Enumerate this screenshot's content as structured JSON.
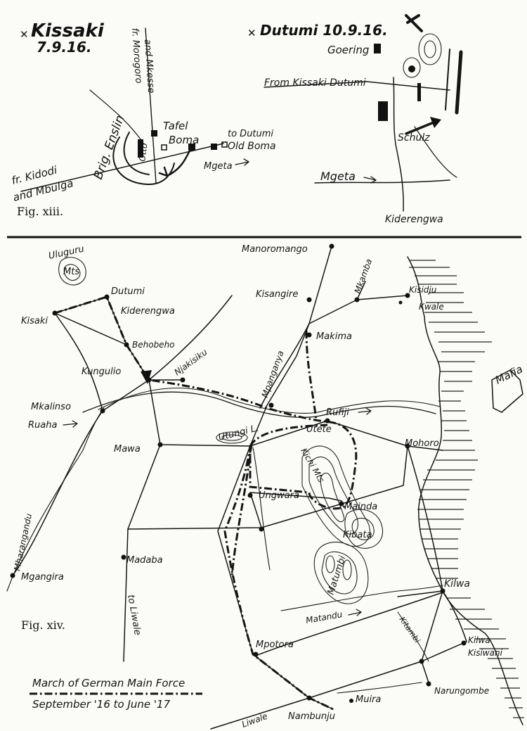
{
  "fig13": {
    "caption": "Fig. xiii.",
    "kissaki_title": "Kissaki",
    "kissaki_date": "7.9.16.",
    "dutumi_title": "Dutumi 10.9.16.",
    "labels": {
      "fr_morogoro": "fr. Morogoro",
      "and_mkesse": "and Mkesse",
      "brig_enslin": "Brig. Enslin",
      "otto": "Otto",
      "tafel": "Tafel",
      "boma": "Boma",
      "to_dutumi": "to Dutumi",
      "old_boma": "Old Boma",
      "mgeta_top": "Mgeta",
      "fr_kidodi": "fr. Kidodi",
      "and_mbulga": "and Mbulga",
      "goering": "Goering",
      "from_kissaki_dutumi": "From Kissaki Dutumi",
      "schulz": "Schulz",
      "mgeta_right": "Mgeta",
      "kiderengwa_top": "Kiderengwa"
    }
  },
  "fig14": {
    "caption": "Fig. xiv.",
    "legend_line1": "March of German Main Force",
    "legend_line2": "September '16 to June '17",
    "places": {
      "uluguru": "Uluguru",
      "mts_nw": "Mts",
      "manoromango": "Manoromango",
      "dutumi": "Dutumi",
      "kiderengwa": "Kiderengwa",
      "kisaki": "Kisaki",
      "behobeho": "Behobeho",
      "kisangire": "Kisangire",
      "mkamba": "Mkamba",
      "kisidju": "Kisidju",
      "kwale": "Kwale",
      "makima": "Makima",
      "kungulio": "Kungulio",
      "njakisiku": "Njakisiku",
      "mkalinso": "Mkalinso",
      "ruaha": "Ruaha",
      "mawa": "Mawa",
      "mpanganya": "Mpanganya",
      "rufiji": "Rufiji",
      "utete": "Utete",
      "utungi_l": "Utungi L.",
      "mohoro": "Mohoro",
      "mafia": "Mafia",
      "kichi_mts": "Kichi Mts",
      "ungwara": "Ungwara",
      "mainda": "Mainda",
      "kibata": "Kibata",
      "matumbi": "Matumbi",
      "mharangandu": "Mharangandu",
      "mgangira": "Mgangira",
      "madaba": "Madaba",
      "to_liwale_left": "to Liwale",
      "kilwa": "Kilwa",
      "matandu": "Matandu",
      "mpotora": "Mpotora",
      "kilwa_kisiwani_1": "Kilwa",
      "kilwa_kisiwani_2": "Kisiwani",
      "kitambi": "Kitambi",
      "narungombe": "Narungombe",
      "liwale_bottom": "Liwale",
      "muira": "Muira",
      "nambunju": "Nambunju"
    }
  }
}
